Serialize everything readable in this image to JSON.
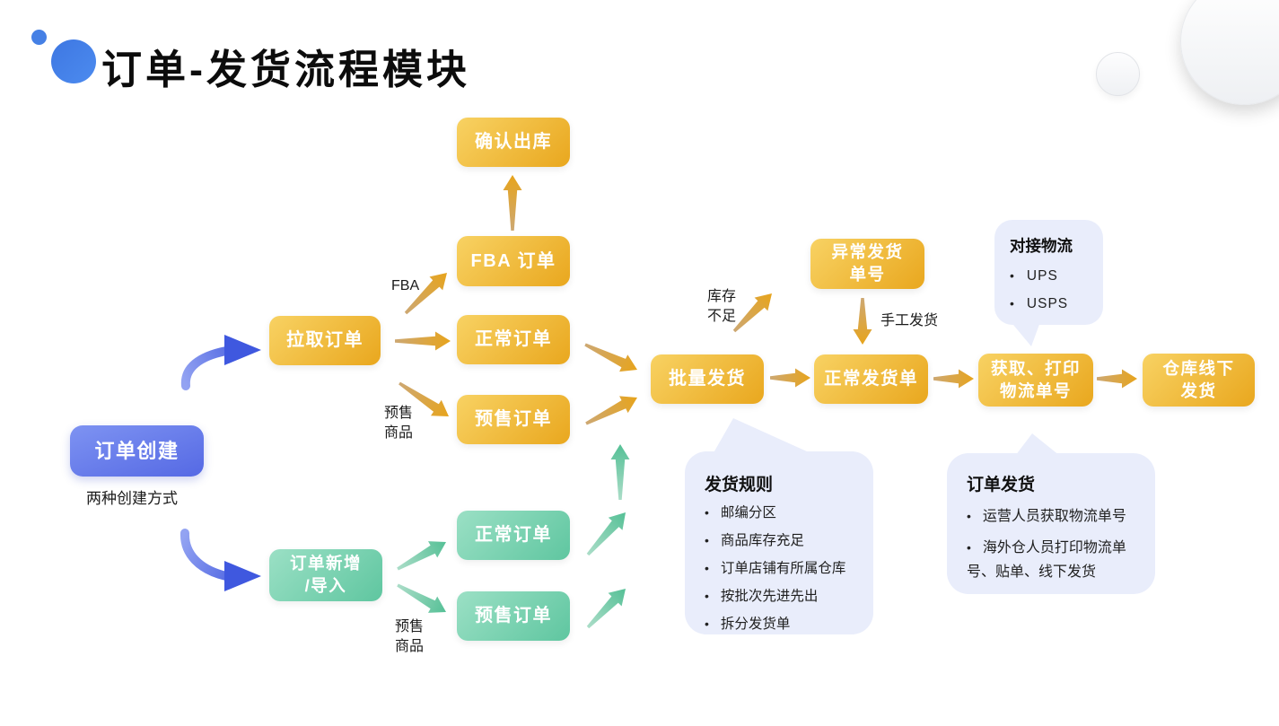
{
  "title": "订单-发货流程模块",
  "nodes": {
    "order_create": "订单创建",
    "pull_orders": "拉取订单",
    "order_add_import": "订单新增\n/导入",
    "confirm_outbound": "确认出库",
    "fba_order": "FBA 订单",
    "normal_order_pull": "正常订单",
    "presale_order_pull": "预售订单",
    "normal_order_manual": "正常订单",
    "presale_order_manual": "预售订单",
    "batch_ship": "批量发货",
    "abnormal_ship_no": "异常发货\n单号",
    "normal_ship_order": "正常发货单",
    "get_print_tracking": "获取、打印\n物流单号",
    "warehouse_offline_ship": "仓库线下\n发货"
  },
  "labels": {
    "creation_note": "两种创建方式",
    "fba": "FBA",
    "presale_goods_top": "预售\n商品",
    "presale_goods_bottom": "预售\n商品",
    "stock_shortage": "库存\n不足",
    "manual_ship": "手工发货"
  },
  "callouts": {
    "logistics": {
      "title": "对接物流",
      "items": [
        "UPS",
        "USPS"
      ]
    },
    "ship_rules": {
      "title": "发货规则",
      "items": [
        "邮编分区",
        "商品库存充足",
        "订单店铺有所属仓库",
        "按批次先进先出",
        "拆分发货单"
      ]
    },
    "order_ship": {
      "title": "订单发货",
      "items": [
        "运营人员获取物流单号",
        "海外仓人员打印物流单号、贴单、线下发货"
      ]
    }
  },
  "colors": {
    "yellow_box_start": "#F8D263",
    "yellow_box_end": "#E9A71E",
    "green_box_start": "#9BE0C5",
    "green_box_end": "#5FC6A0",
    "blue_box_start": "#7E93F2",
    "blue_box_end": "#5569E4",
    "callout_bg": "#E9EDFB",
    "gold_arrow": "#E7A41C",
    "green_arrow": "#55C096",
    "blue_arrow": "#3D55DD",
    "title_dot_blue": "#4580E5"
  }
}
